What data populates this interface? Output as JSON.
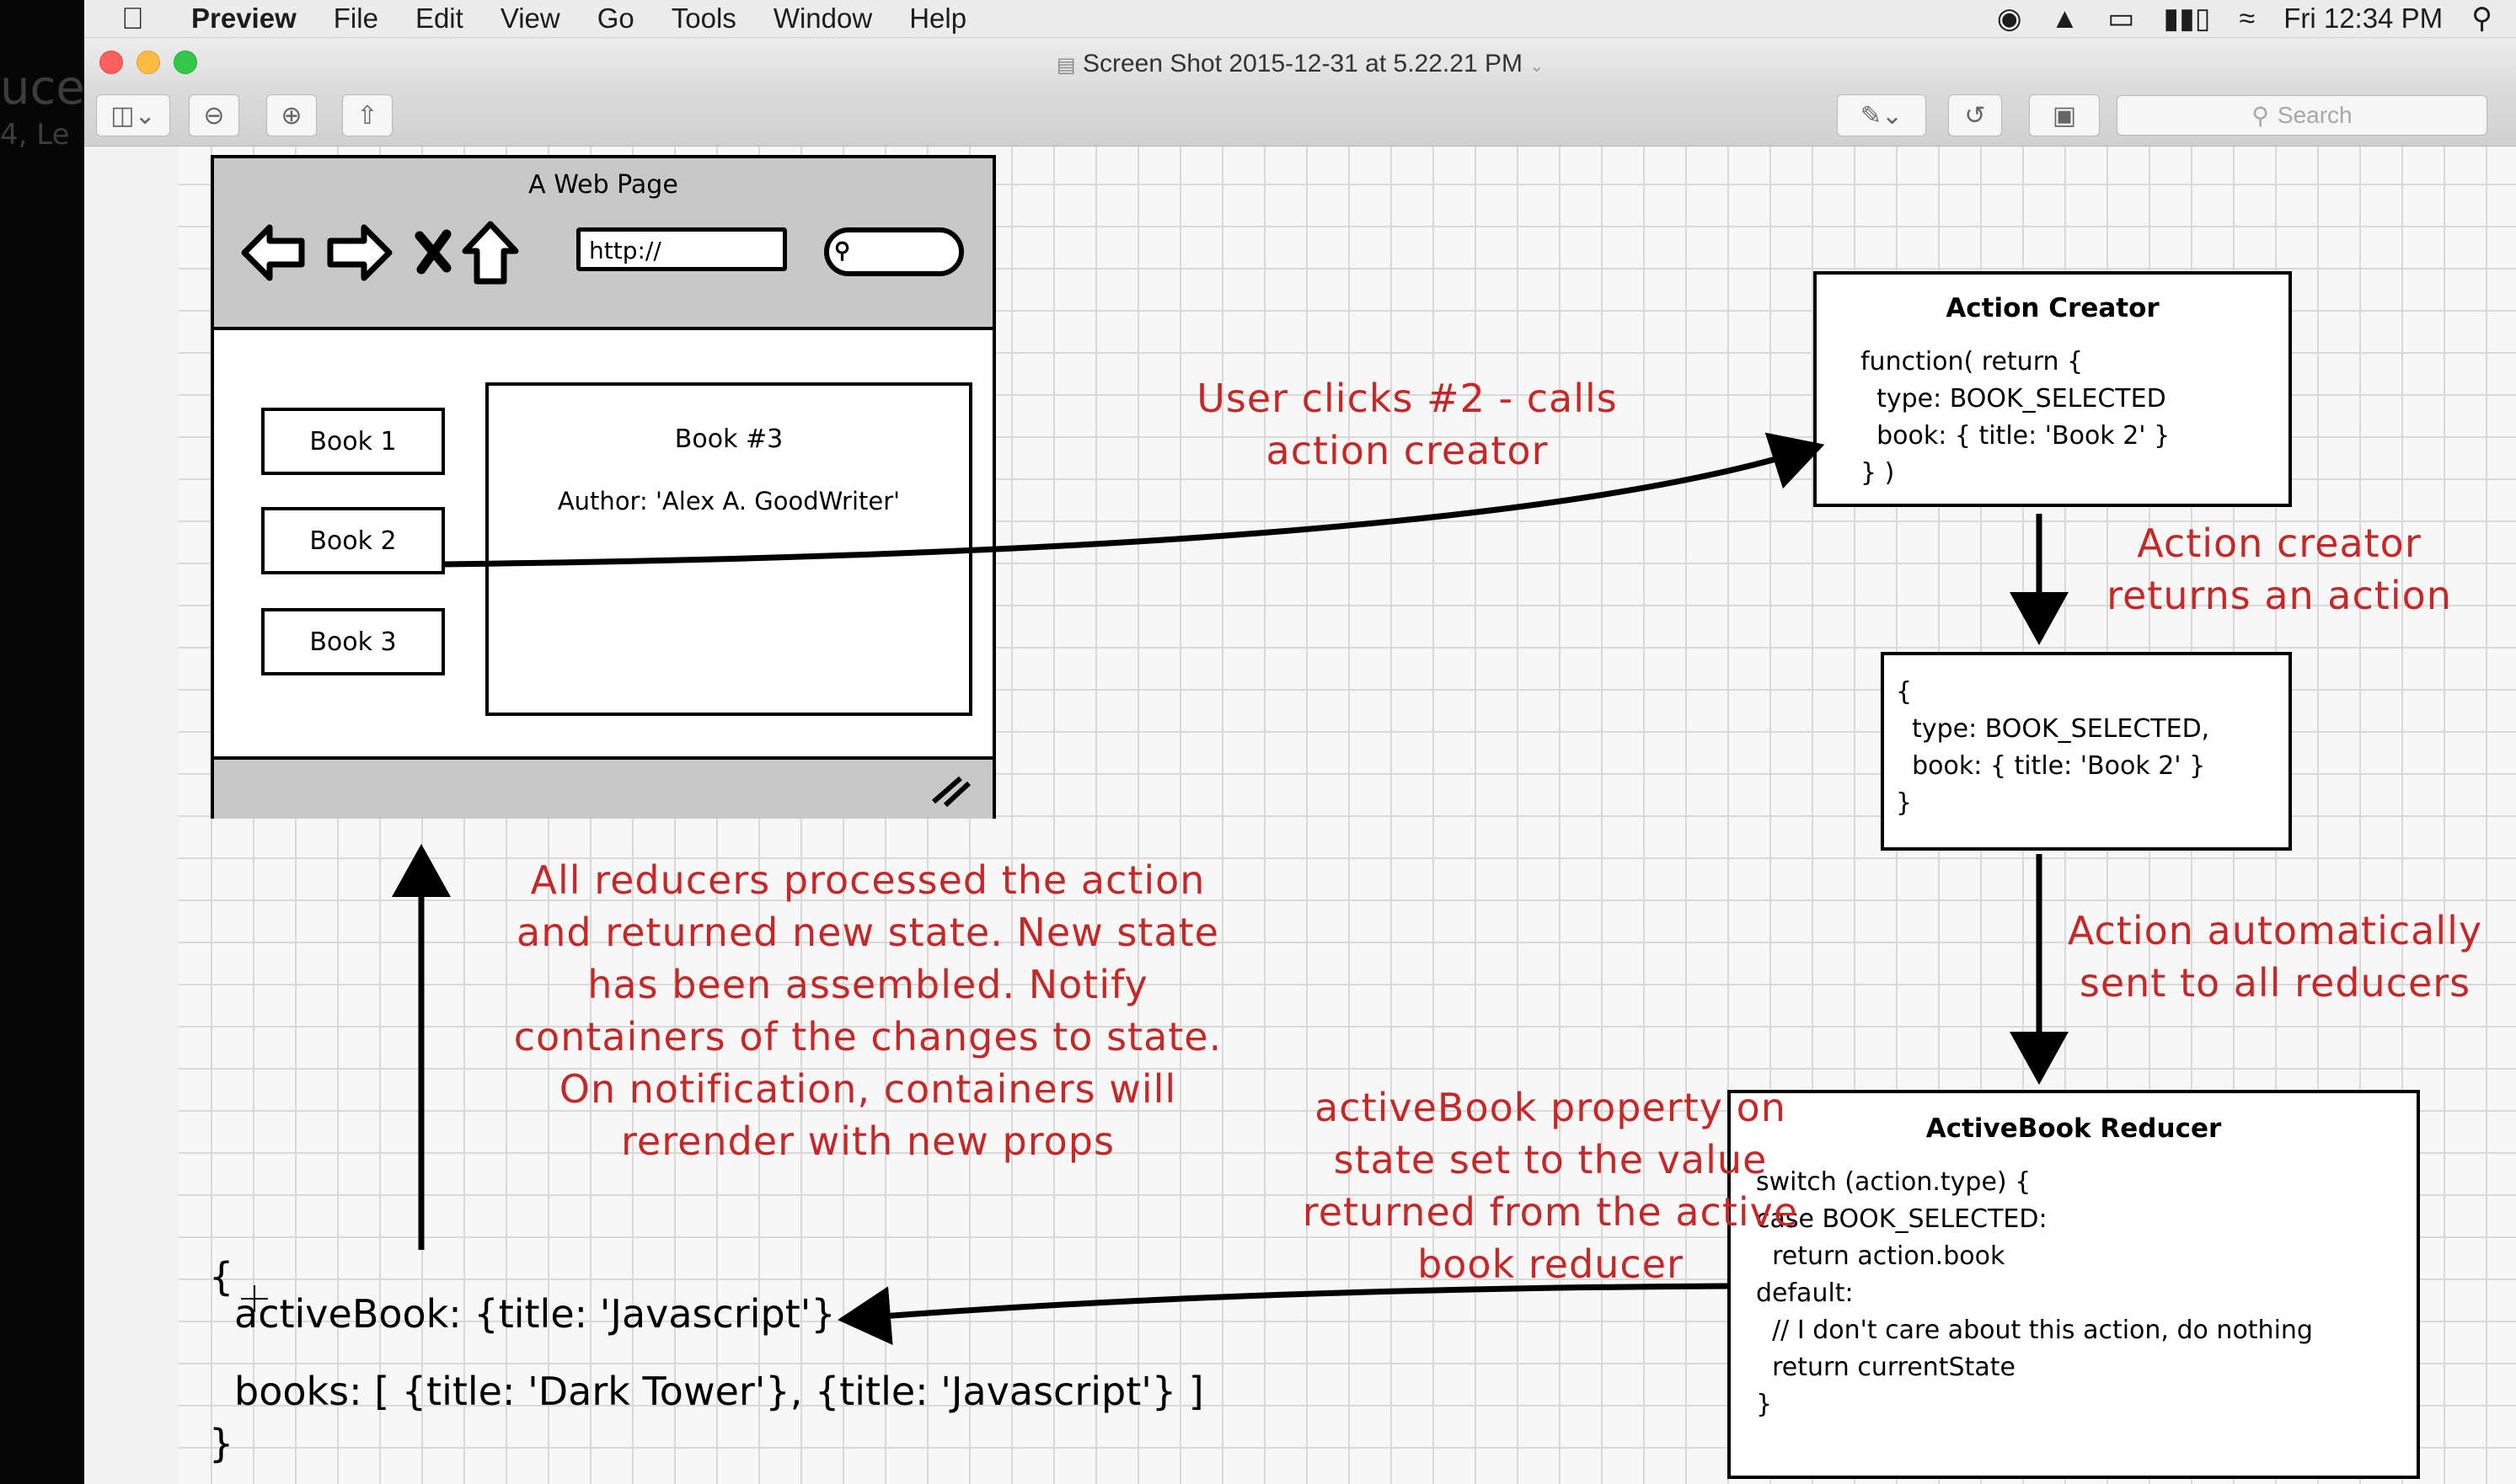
{
  "menubar": {
    "app_name": "Preview",
    "items": [
      "File",
      "Edit",
      "View",
      "Go",
      "Tools",
      "Window",
      "Help"
    ],
    "clock": "Fri 12:34 PM"
  },
  "window": {
    "title": "Screen Shot 2015-12-31 at 5.22.21 PM",
    "search_placeholder": "Search"
  },
  "background_app": {
    "ghost_text_1": "ucer",
    "ghost_text_2": "4, Le"
  },
  "diagram": {
    "browser": {
      "title": "A Web Page",
      "url": "http://",
      "books": [
        "Book 1",
        "Book 2",
        "Book 3"
      ],
      "detail_title": "Book #3",
      "detail_author": "Author: 'Alex A. GoodWriter'"
    },
    "action_creator": {
      "title": "Action Creator",
      "code": [
        "function( return {",
        "  type: BOOK_SELECTED",
        "  book: { title: 'Book 2' }",
        "} )"
      ]
    },
    "action_object": {
      "code": [
        "{",
        "  type: BOOK_SELECTED,",
        "  book: { title: 'Book 2' }",
        "}"
      ]
    },
    "reducer": {
      "title": "ActiveBook Reducer",
      "code": [
        "switch (action.type) {",
        "case BOOK_SELECTED:",
        "  return action.book",
        "default:",
        "  // I don't care about this action, do nothing",
        "  return currentState",
        "}"
      ]
    },
    "state": {
      "open": "{",
      "active_book": "activeBook: {title: 'Javascript'}",
      "books": "books: [ {title: 'Dark Tower'}, {title: 'Javascript'} ]",
      "close": "}"
    },
    "notes": {
      "user_clicks": [
        "User clicks #2 - calls",
        "action creator"
      ],
      "returns_action": [
        "Action creator",
        "returns an action"
      ],
      "sent_to_reducers": [
        "Action automatically",
        "sent to all reducers"
      ],
      "active_book_property": [
        "activeBook property on",
        "state set to the value",
        "returned from the active",
        "book reducer"
      ],
      "reducers_processed": [
        "All reducers processed the action",
        "and returned new state.  New state",
        "has been assembled.  Notify",
        "containers of the changes to state.",
        "On notification, containers will",
        "rerender with new props"
      ]
    }
  },
  "colors": {
    "note_red": "#c62828",
    "ink": "#000000",
    "grid": "#d9d9d9",
    "browser_chrome": "#c8c8c8"
  }
}
